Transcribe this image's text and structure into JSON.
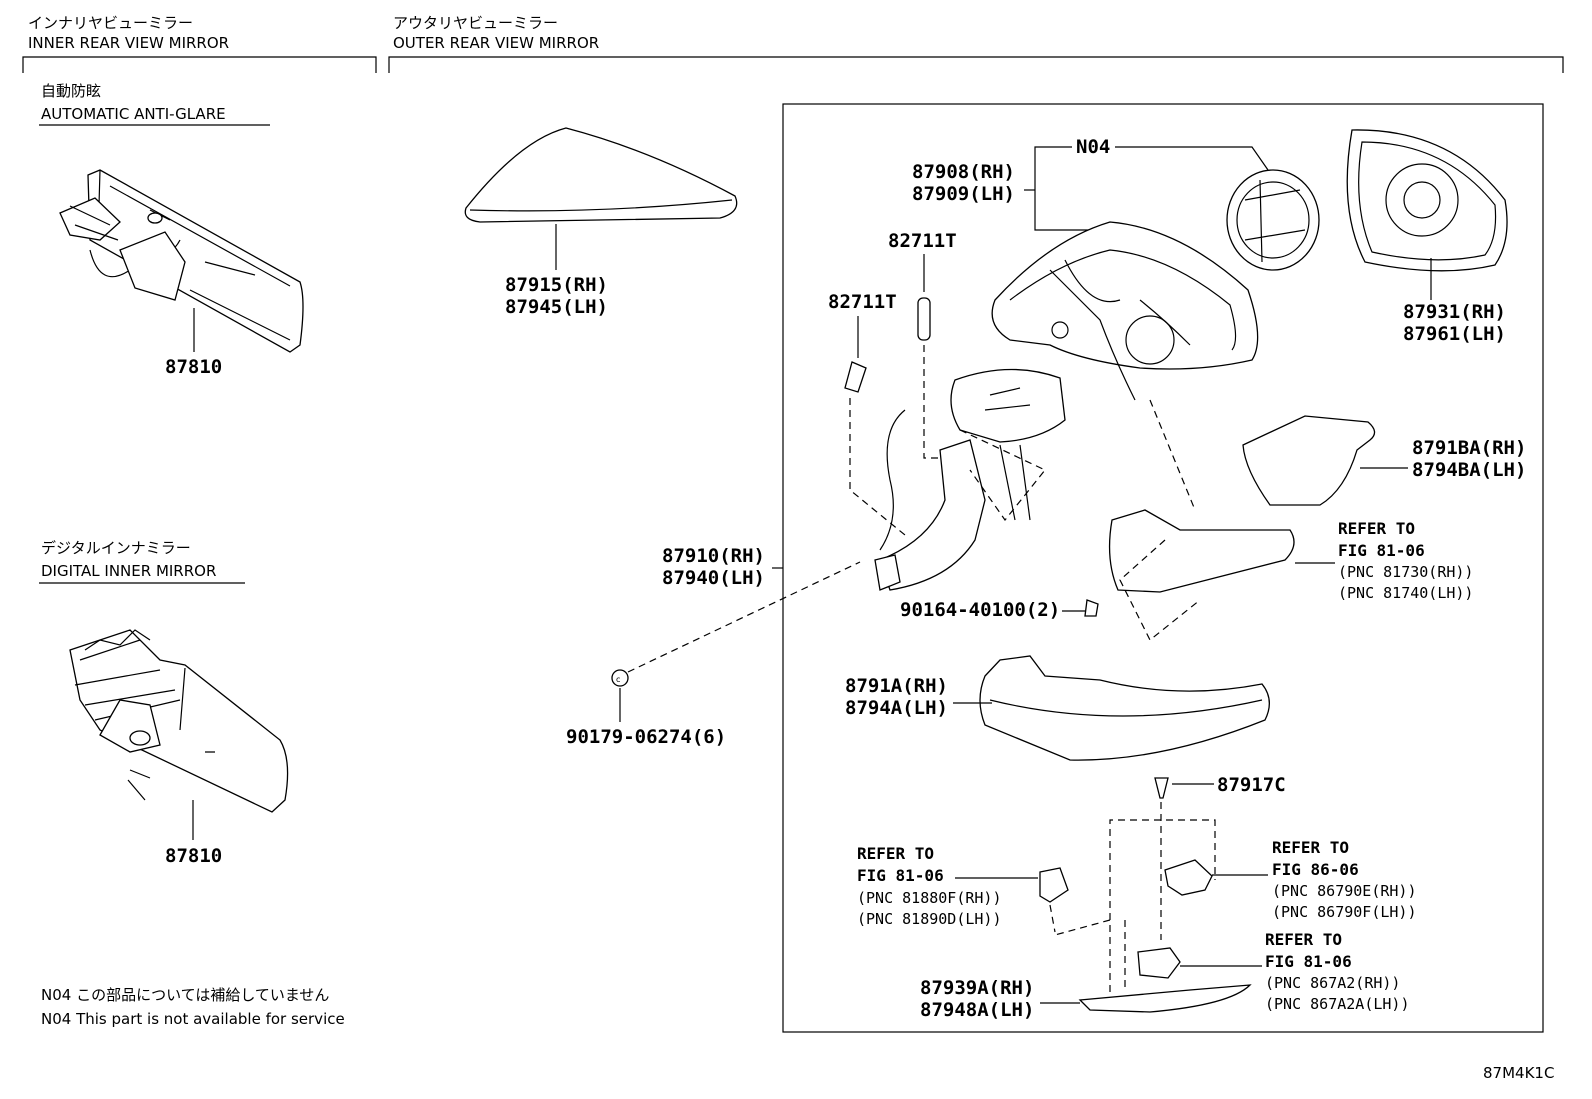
{
  "sections": {
    "inner": {
      "jp": "インナリヤビューミラー",
      "en": "INNER REAR VIEW MIRROR"
    },
    "outer": {
      "jp": "アウタリヤビューミラー",
      "en": "OUTER REAR VIEW MIRROR"
    }
  },
  "inner_groups": {
    "auto": {
      "jp": "自動防眩",
      "en": "AUTOMATIC ANTI-GLARE",
      "part": "87810"
    },
    "digital": {
      "jp": "デジタルインナミラー",
      "en": "DIGITAL INNER MIRROR",
      "part": "87810"
    }
  },
  "parts": {
    "cover_rh": "87915(RH)",
    "cover_lh": "87945(LH)",
    "n04": "N04",
    "p87908": "87908(RH)",
    "p87909": "87909(LH)",
    "clip1": "82711T",
    "clip2": "82711T",
    "glass_rh": "87931(RH)",
    "glass_lh": "87961(LH)",
    "p8791ba": "8791BA(RH)",
    "p8794ba": "8794BA(LH)",
    "p87910": "87910(RH)",
    "p87940": "87940(LH)",
    "screw1": "90164-40100(2)",
    "p8791a": "8791A(RH)",
    "p8794a": "8794A(LH)",
    "nut": "90179-06274(6)",
    "p87917c": "87917C",
    "p87939a": "87939A(RH)",
    "p87948a": "87948A(LH)"
  },
  "refs": {
    "turn": {
      "t1": "REFER TO",
      "t2": "FIG 81-06",
      "t3": "(PNC 81730(RH))",
      "t4": "(PNC 81740(LH))"
    },
    "side": {
      "t1": "REFER TO",
      "t2": "FIG 81-06",
      "t3": "(PNC 81880F(RH))",
      "t4": "(PNC 81890D(LH))"
    },
    "camera": {
      "t1": "REFER TO",
      "t2": "FIG 86-06",
      "t3": "(PNC 86790E(RH))",
      "t4": "(PNC 86790F(LH))"
    },
    "lamp": {
      "t1": "REFER TO",
      "t2": "FIG 81-06",
      "t3": "(PNC 867A2(RH))",
      "t4": "(PNC 867A2A(LH))"
    }
  },
  "notes": {
    "jp": "N04 この部品については補給していません",
    "en": "N04 This part is not available for service"
  },
  "figure_code": "87M4K1C"
}
